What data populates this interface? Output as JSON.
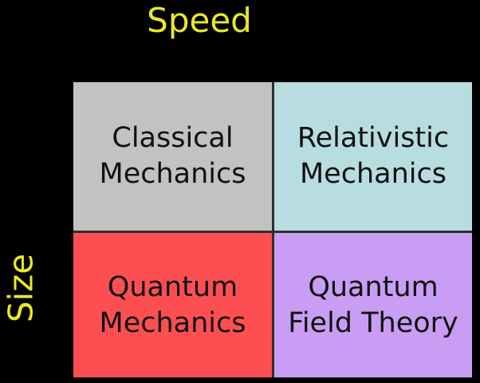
{
  "axes": {
    "horizontal_label": "Speed",
    "vertical_label": "Size"
  },
  "quadrants": [
    {
      "id": "classical-mechanics",
      "line1": "Classical",
      "line2": "Mechanics",
      "color": "#c2c2c2"
    },
    {
      "id": "relativistic-mechanics",
      "line1": "Relativistic",
      "line2": "Mechanics",
      "color": "#b8dde1"
    },
    {
      "id": "quantum-mechanics",
      "line1": "Quantum",
      "line2": "Mechanics",
      "color": "#fd4f52"
    },
    {
      "id": "quantum-field-theory",
      "line1": "Quantum",
      "line2": "Field Theory",
      "color": "#c99df3"
    }
  ],
  "colors": {
    "background": "#000000",
    "label": "#e9e929",
    "divider": "#2e2e2e",
    "text": "#111111"
  }
}
